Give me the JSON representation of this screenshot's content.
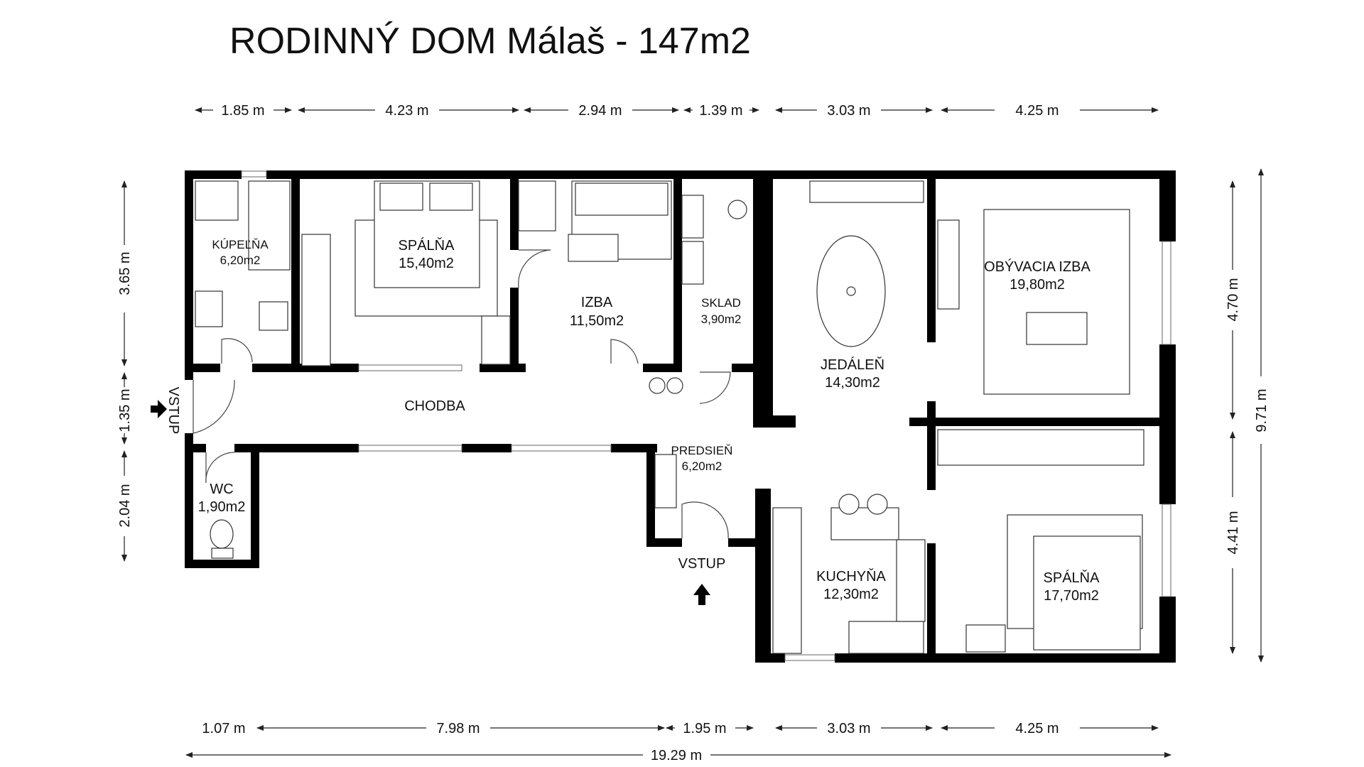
{
  "title": "RODINNÝ DOM Málaš - 147m2",
  "dims_top": [
    "1.85 m",
    "4.23 m",
    "2.94 m",
    "1.39 m",
    "3.03 m",
    "4.25 m"
  ],
  "dims_bottom": [
    "1.07 m",
    "7.98 m",
    "1.95 m",
    "3.03 m",
    "4.25 m"
  ],
  "dim_total_bottom": "19.29 m",
  "dims_left": [
    "3.65 m",
    "1.35 m",
    "2.04 m"
  ],
  "dims_right": [
    "4.70 m",
    "4.41 m"
  ],
  "dim_total_right": "9.71 m",
  "rooms": {
    "kupelna": {
      "name": "KÚPEĽŇA",
      "area": "6,20m2"
    },
    "spalna1": {
      "name": "SPÁLŇA",
      "area": "15,40m2"
    },
    "izba": {
      "name": "IZBA",
      "area": "11,50m2"
    },
    "sklad": {
      "name": "SKLAD",
      "area": "3,90m2"
    },
    "jedalen": {
      "name": "JEDÁLEŇ",
      "area": "14,30m2"
    },
    "obyvacia": {
      "name": "OBÝVACIA IZBA",
      "area": "19,80m2"
    },
    "chodba": {
      "name": "CHODBA"
    },
    "predsien": {
      "name": "PREDSIEŇ",
      "area": "6,20m2"
    },
    "wc": {
      "name": "WC",
      "area": "1,90m2"
    },
    "kuchyna": {
      "name": "KUCHYŇA",
      "area": "12,30m2"
    },
    "spalna2": {
      "name": "SPÁLŇA",
      "area": "17,70m2"
    }
  },
  "entrances": {
    "side": "VSTUP",
    "front": "VSTUP"
  }
}
